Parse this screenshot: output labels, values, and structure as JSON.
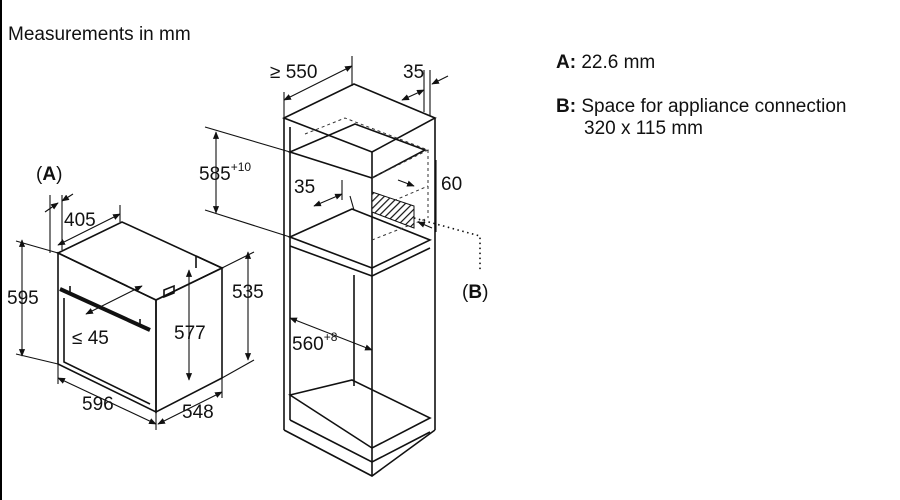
{
  "title": "Measurements in mm",
  "legend": [
    {
      "key": "A:",
      "text": "22.6 mm",
      "text2": ""
    },
    {
      "key": "B:",
      "text": "Space for appliance connection",
      "text2": "320 x 115 mm"
    }
  ],
  "labels": {
    "a_marker_open": "(",
    "a_marker_letter": "A",
    "a_marker_close": ")",
    "b_marker_open": "(",
    "b_marker_letter": "B",
    "b_marker_close": ")",
    "d405": "405",
    "d595": "595",
    "d45": "≤ 45",
    "d577": "577",
    "d535": "535",
    "d596": "596",
    "d548": "548",
    "d550": "≥ 550",
    "d35_top": "35",
    "d585": "585",
    "d585_sup": "+10",
    "d35_mid": "35",
    "d60": "60",
    "d560": "560",
    "d560_sup": "+8"
  }
}
